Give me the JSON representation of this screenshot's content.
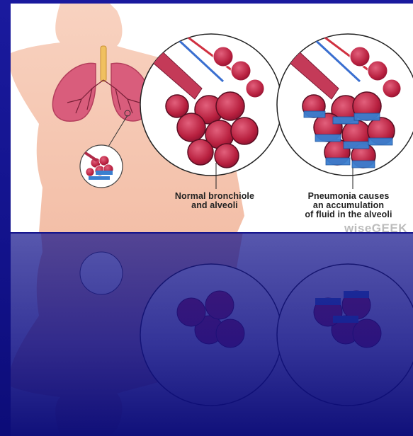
{
  "captions": {
    "normal_line1": "Normal bronchiole",
    "normal_line2": "and alveoli",
    "pneumonia_line1": "Pneumonia causes",
    "pneumonia_line2": "an accumulation",
    "pneumonia_line3": "of fluid in the alveoli"
  },
  "watermark": "wiseGEEK",
  "colors": {
    "background": "#14148a",
    "skin": "#f6c4ae",
    "lung": "#d85a7a",
    "alveoli": "#c42a4a",
    "fluid": "#3a7fd0"
  }
}
